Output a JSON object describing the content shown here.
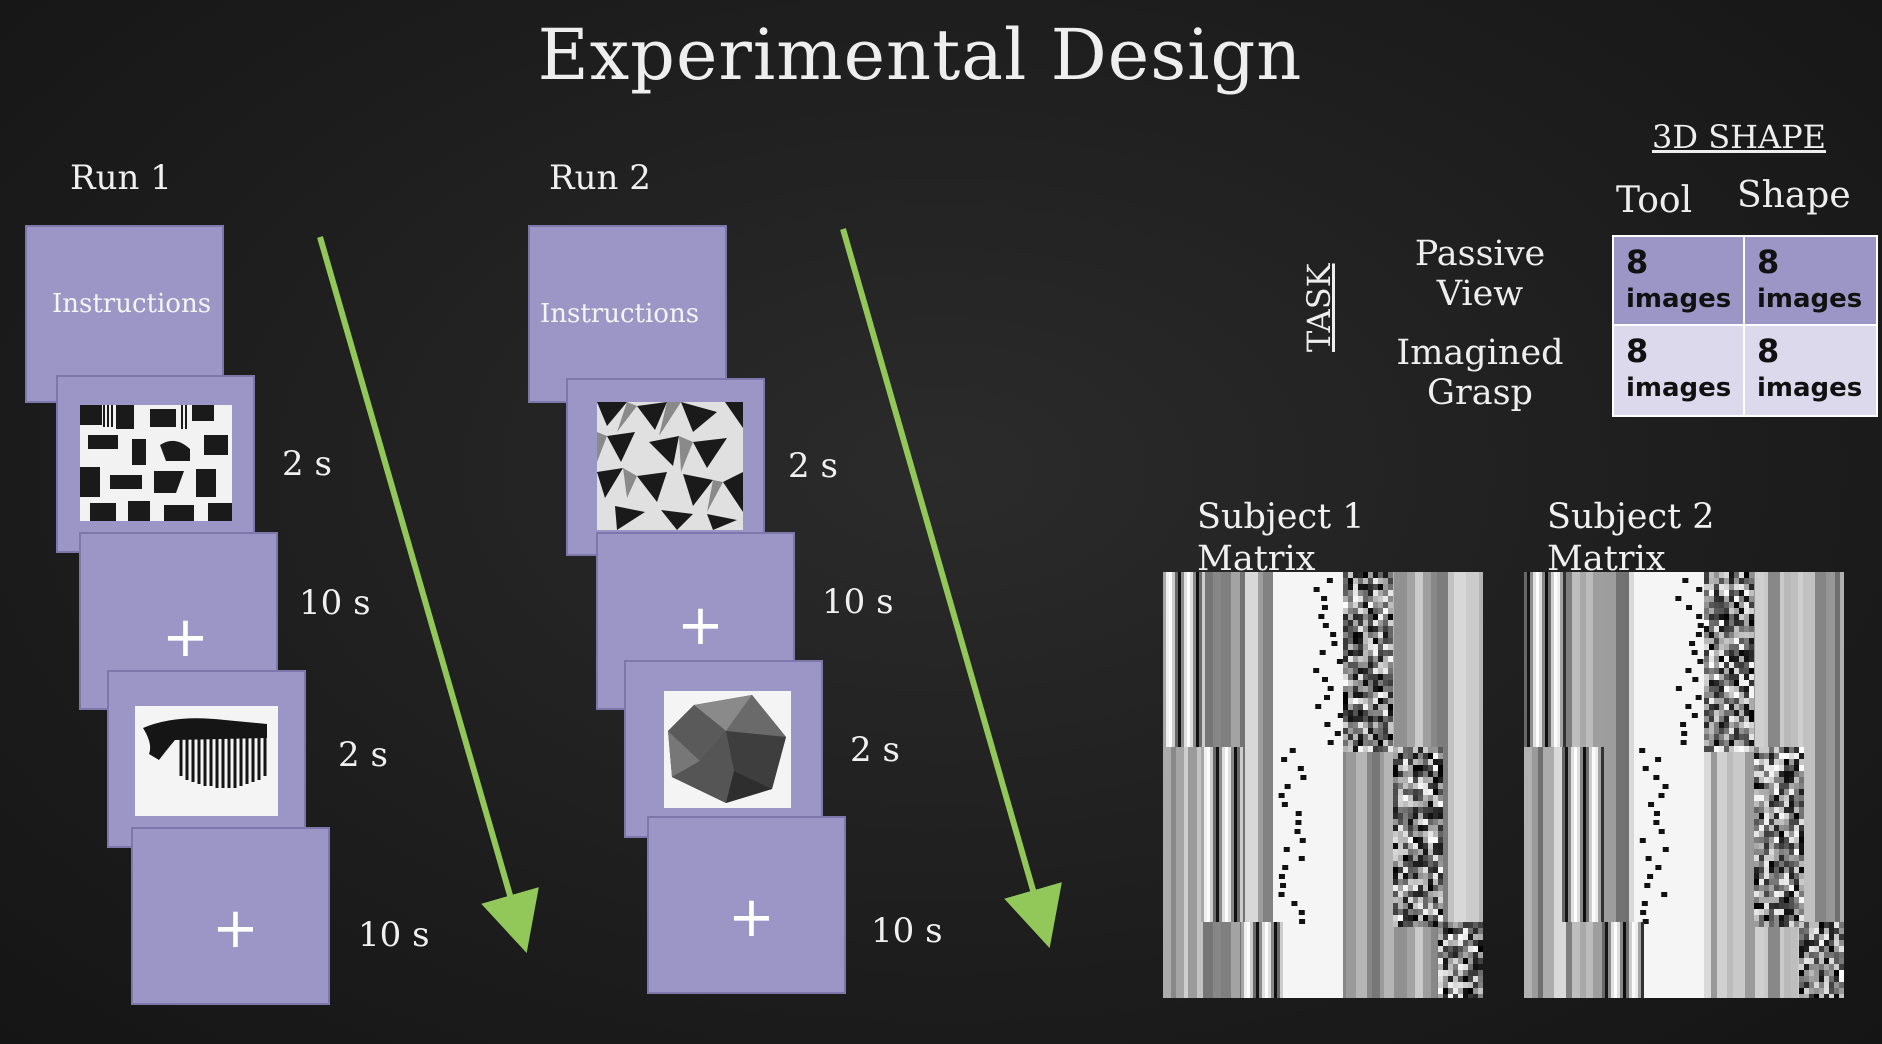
{
  "slide": {
    "title": "Experimental Design"
  },
  "run1": {
    "label": "Run 1",
    "instructions": "Instructions",
    "fixation": "+",
    "durations": [
      "2 s",
      "10 s",
      "2 s",
      "10 s"
    ]
  },
  "run2": {
    "label": "Run 2",
    "instructions": "Instructions",
    "fixation": "+",
    "durations": [
      "2 s",
      "10 s",
      "2 s",
      "10 s"
    ]
  },
  "design_table": {
    "factor_top": "3D SHAPE",
    "factor_side": "TASK",
    "columns": [
      "Tool",
      "Shape"
    ],
    "rows": [
      {
        "label_line1": "Passive",
        "label_line2": "View",
        "cells": [
          {
            "n": "8",
            "unit": "images"
          },
          {
            "n": "8",
            "unit": "images"
          }
        ]
      },
      {
        "label_line1": "Imagined",
        "label_line2": "Grasp",
        "cells": [
          {
            "n": "8",
            "unit": "images"
          },
          {
            "n": "8",
            "unit": "images"
          }
        ]
      }
    ],
    "colors": {
      "row1": "#9c96c6",
      "row2": "#dcd9ec"
    }
  },
  "matrices": {
    "subject1": {
      "line1": "Subject 1",
      "line2": "Matrix"
    },
    "subject2": {
      "line1": "Subject 2",
      "line2": "Matrix"
    }
  },
  "colors": {
    "card": "#9c96c6",
    "arrow": "#92c85a",
    "background": "#1d1d1d"
  },
  "icons": [
    "scrambled-image",
    "comb-image",
    "scrambled-shape-image",
    "polyhedron-image",
    "down-arrow"
  ]
}
